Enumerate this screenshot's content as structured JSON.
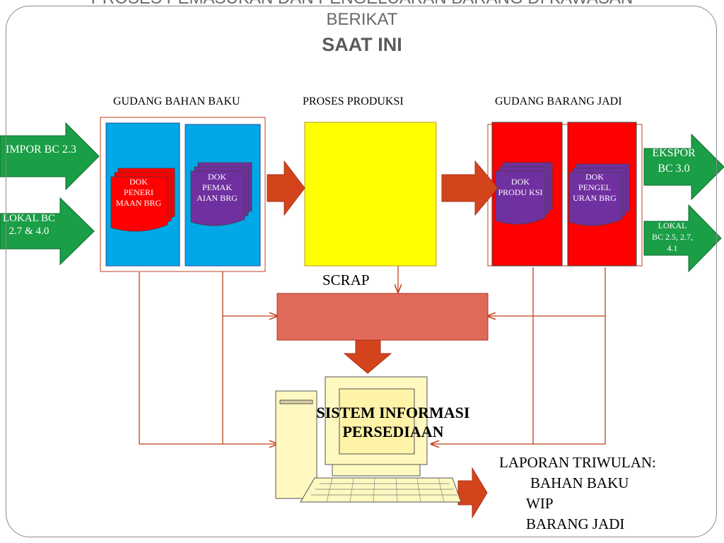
{
  "title": {
    "line1": "PROSES PEMASUKAN DAN PENGELUARAN BARANG DI KAWASAN",
    "line2": "BERIKAT",
    "subtitle": "SAAT INI"
  },
  "headings": {
    "raw_warehouse": "GUDANG BAHAN BAKU",
    "production": "PROSES PRODUKSI",
    "finished_warehouse": "GUDANG BARANG JADI"
  },
  "inputs": {
    "import_label": "IMPOR BC 2.3",
    "local_label": "LOKAL BC 2.7 & 4.0"
  },
  "outputs": {
    "export_label": "EKSPOR BC 3.0",
    "local_label": "LOKAL BC 2.5, 2.7, 4.1"
  },
  "documents": {
    "receipt": "DOK PENERI MAAN BRG",
    "usage": "DOK PEMAK AIAN BRG",
    "production": "DOK PRODU KSI",
    "release": "DOK PENGEL URAN BRG"
  },
  "scrap_label": "SCRAP",
  "system_label": "SISTEM INFORMASI PERSEDIAAN",
  "report": {
    "title": "LAPORAN TRIWULAN:",
    "items": [
      "BAHAN BAKU",
      "WIP",
      "BARANG JADI"
    ]
  },
  "colors": {
    "green_arrow": "#1a9e46",
    "blue_panel": "#00a8e8",
    "yellow_box": "#ffff00",
    "red_panel": "#ff0000",
    "purple_doc": "#7030a0",
    "orange_arrow": "#d4441c",
    "scrap_box": "#e06a5a",
    "line": "#c0411c",
    "computer": "#fff8c0"
  }
}
